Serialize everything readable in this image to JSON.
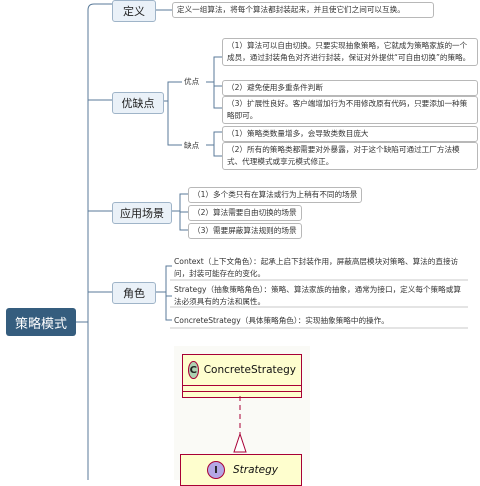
{
  "root": {
    "label": "策略模式"
  },
  "definition": {
    "label": "定义",
    "text": "定义一组算法，将每个算法都封装起来，并且使它们之间可以互换。"
  },
  "pros_cons": {
    "label": "优缺点",
    "pros_label": "优点",
    "pros": [
      "（1）算法可以自由切换。只要实现抽象策略，它就成为策略家族的一个成员，通过封装角色对齐进行封装，保证对外提供“可自由切换”的策略。",
      "（2）避免使用多重条件判断",
      "（3）扩展性良好。客户端增加行为不用修改原有代码，只要添加一种策略即可。"
    ],
    "cons_label": "缺点",
    "cons": [
      "（1）策略类数量增多，会导致类数目庞大",
      "（2）所有的策略类都需要对外暴露，对于这个缺陷可通过工厂方法模式、代理模式或享元模式修正。"
    ]
  },
  "scenarios": {
    "label": "应用场景",
    "items": [
      "（1）多个类只有在算法或行为上稍有不同的场景",
      "（2）算法需要自由切换的场景",
      "（3）需要屏蔽算法规则的场景"
    ]
  },
  "roles": {
    "label": "角色",
    "items": [
      "Context（上下文角色）：起承上启下封装作用，屏蔽高层模块对策略、算法的直接访问，封装可能存在的变化。",
      "Strategy（抽象策略角色）：策略、算法家族的抽象，通常为接口，定义每个策略或算法必须具有的方法和属性。",
      "ConcreteStrategy（具体策略角色）：实现抽象策略中的操作。"
    ]
  },
  "uml": {
    "concrete": {
      "stereotype": "C",
      "name": "ConcreteStrategy"
    },
    "interface": {
      "stereotype": "I",
      "name": "Strategy"
    }
  }
}
